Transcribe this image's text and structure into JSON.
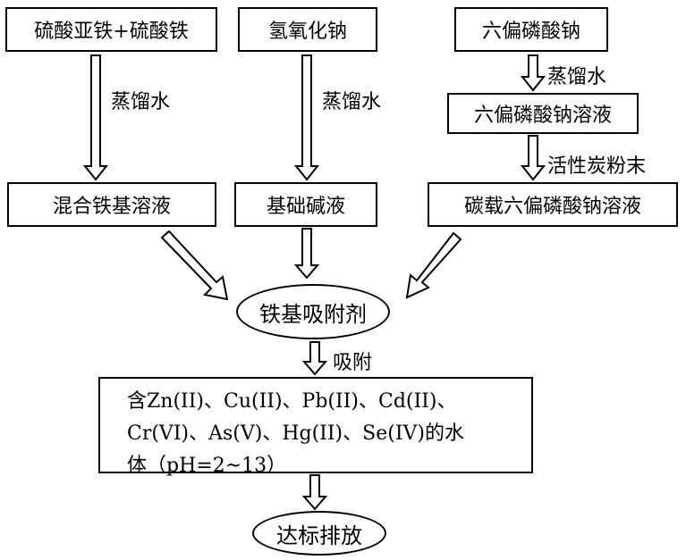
{
  "nodes": {
    "ferrous_ferric_sulfate": "硫酸亚铁+硫酸铁",
    "sodium_hydroxide": "氢氧化钠",
    "sodium_hexametaphosphate": "六偏磷酸钠",
    "hexametaphosphate_solution": "六偏磷酸钠溶液",
    "mixed_iron_solution": "混合铁基溶液",
    "base_alkali_solution": "基础碱液",
    "carbon_loaded_solution": "碳载六偏磷酸钠溶液",
    "iron_adsorbent": "铁基吸附剂",
    "water_body_lines": [
      "含Zn(II)、Cu(II)、Pb(II)、Cd(II)、",
      "Cr(VI)、As(V)、Hg(II)、Se(IV)的水",
      "体（pH=2~13）"
    ],
    "discharge": "达标排放"
  },
  "edge_labels": {
    "distilled_water_left": "蒸馏水",
    "distilled_water_middle": "蒸馏水",
    "distilled_water_right": "蒸馏水",
    "activated_carbon": "活性炭粉末",
    "adsorption": "吸附"
  }
}
